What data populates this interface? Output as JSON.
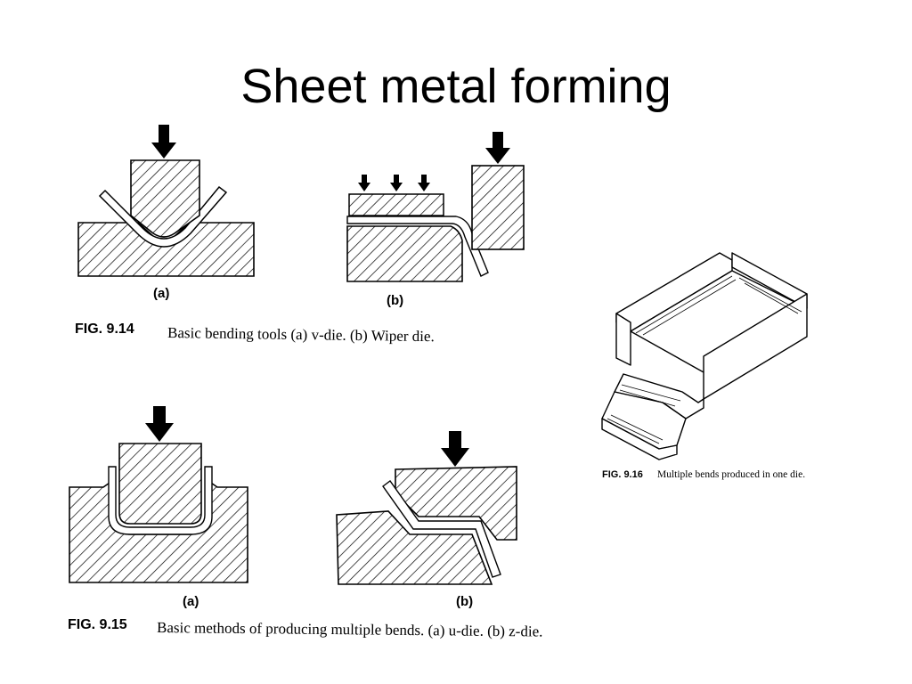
{
  "slide": {
    "title": "Sheet metal forming"
  },
  "fig_9_14": {
    "label_a": "(a)",
    "label_b": "(b)",
    "number": "FIG. 9.14",
    "caption": "Basic bending tools (a) v-die. (b) Wiper die."
  },
  "fig_9_15": {
    "label_a": "(a)",
    "label_b": "(b)",
    "number": "FIG. 9.15",
    "caption": "Basic methods of producing multiple bends. (a) u-die. (b) z-die."
  },
  "fig_9_16": {
    "number": "FIG. 9.16",
    "caption": "Multiple bends produced in one die."
  },
  "icons": [
    "down-arrow-icon"
  ]
}
